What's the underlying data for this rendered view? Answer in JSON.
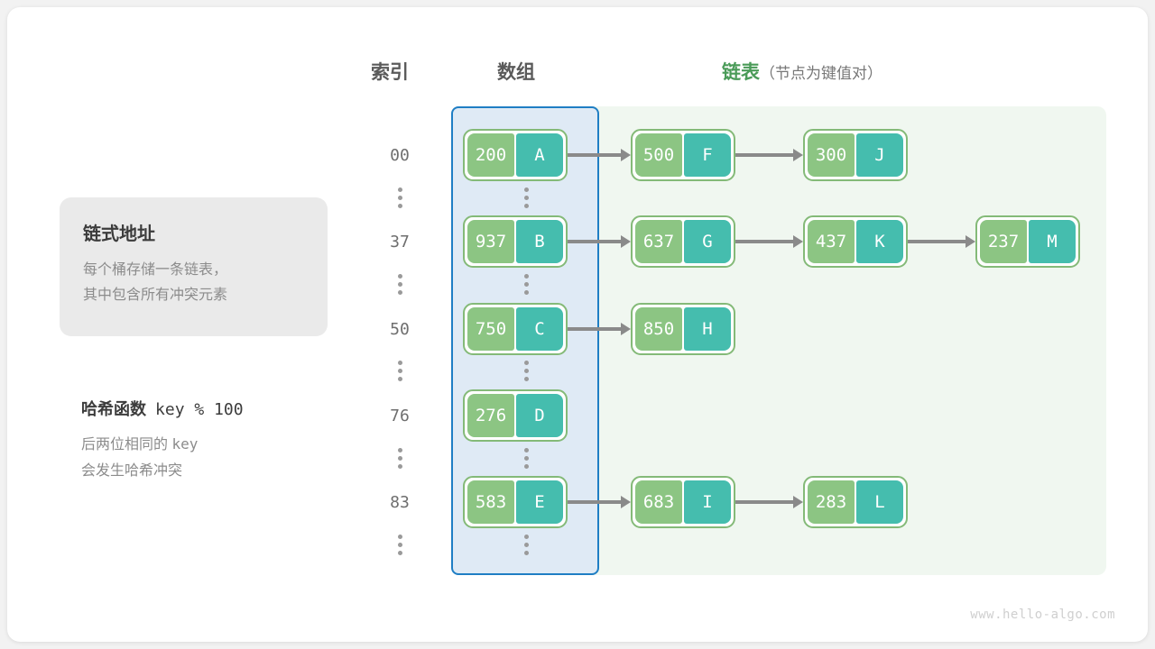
{
  "headers": {
    "index": "索引",
    "array": "数组",
    "list_main": "链表",
    "list_sub": "（节点为键值对）",
    "list_color": "#4a9b58"
  },
  "info_box": {
    "title": "链式地址",
    "line1": "每个桶存储一条链表，",
    "line2": "其中包含所有冲突元素"
  },
  "hash_block": {
    "label": "哈希函数",
    "formula": "key % 100",
    "note_line1_a": "后两位相同的",
    "note_line1_b": "key",
    "note_line2": "会发生哈希冲突"
  },
  "colors": {
    "key_cell": "#8cc583",
    "value_cell": "#45bdae",
    "node_border": "#84ba78",
    "array_region_bg": "#dfeaf5",
    "array_region_border": "#1f7ec4",
    "list_region_bg": "#f0f7f0",
    "arrow": "#8a8a8a"
  },
  "ellipsis_glyph": "⋮",
  "rows": [
    {
      "index": "00",
      "nodes": [
        {
          "key": "200",
          "value": "A"
        },
        {
          "key": "500",
          "value": "F"
        },
        {
          "key": "300",
          "value": "J"
        }
      ]
    },
    {
      "index": "37",
      "nodes": [
        {
          "key": "937",
          "value": "B"
        },
        {
          "key": "637",
          "value": "G"
        },
        {
          "key": "437",
          "value": "K"
        },
        {
          "key": "237",
          "value": "M"
        }
      ]
    },
    {
      "index": "50",
      "nodes": [
        {
          "key": "750",
          "value": "C"
        },
        {
          "key": "850",
          "value": "H"
        }
      ]
    },
    {
      "index": "76",
      "nodes": [
        {
          "key": "276",
          "value": "D"
        }
      ]
    },
    {
      "index": "83",
      "nodes": [
        {
          "key": "583",
          "value": "E"
        },
        {
          "key": "683",
          "value": "I"
        },
        {
          "key": "283",
          "value": "L"
        }
      ]
    }
  ],
  "watermark": "www.hello-algo.com"
}
